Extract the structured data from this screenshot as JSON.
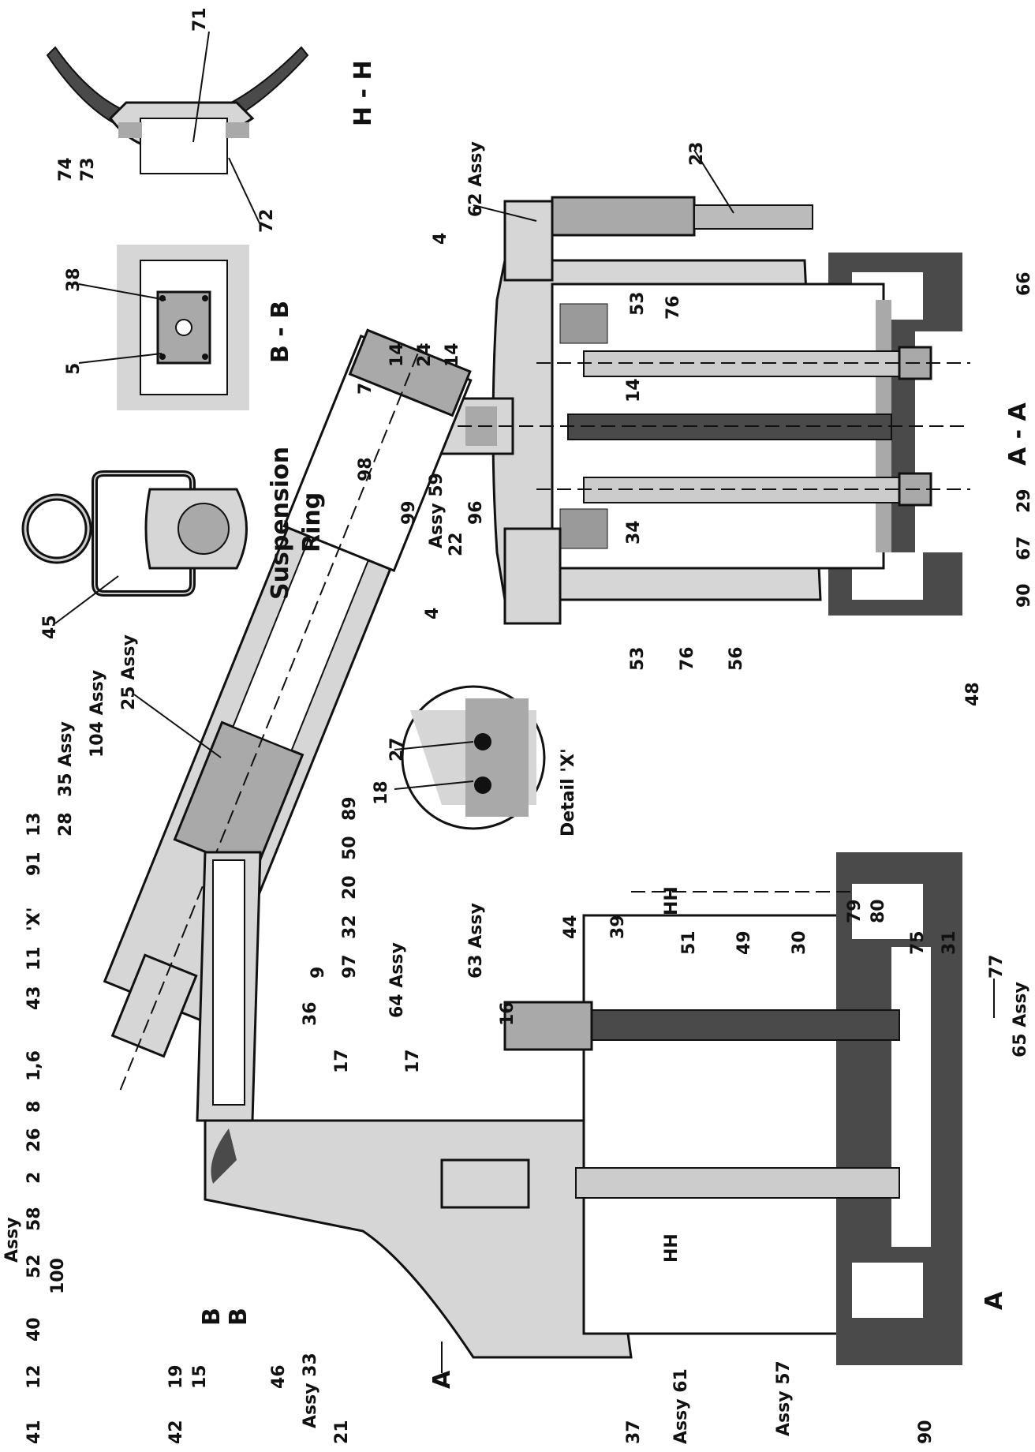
{
  "views": {
    "main": {
      "labels": [
        "41",
        "12",
        "40",
        "100",
        "52",
        "58",
        "Assy",
        "2",
        "26",
        "8",
        "1,6",
        "43",
        "11",
        "'X'",
        "91",
        "13",
        "28",
        "35 Assy",
        "104 Assy",
        "25 Assy",
        "89",
        "50",
        "20",
        "32",
        "97",
        "9",
        "36",
        "17",
        "64 Assy",
        "17",
        "63 Assy",
        "16",
        "44",
        "39",
        "51",
        "49",
        "30",
        "79",
        "80",
        "75",
        "31",
        "77",
        "65 Assy",
        "90",
        "Assy 57",
        "Assy 61",
        "37",
        "21",
        "Assy 33",
        "46",
        "15",
        "19",
        "42",
        "B",
        "B",
        "A",
        "A",
        "HH",
        "HH"
      ]
    },
    "suspension_ring": {
      "title_line1": "Suspension",
      "title_line2": "Ring",
      "labels": [
        "45"
      ]
    },
    "section_bb": {
      "title": "B - B",
      "labels": [
        "38",
        "5"
      ]
    },
    "section_hh": {
      "title": "H - H",
      "labels": [
        "71",
        "74",
        "73",
        "72"
      ]
    },
    "detail_x": {
      "title": "Detail 'X'",
      "labels": [
        "27",
        "18"
      ]
    },
    "section_aa": {
      "title": "A - A",
      "labels": [
        "23",
        "62 Assy",
        "4",
        "7",
        "14",
        "24",
        "14",
        "98",
        "99",
        "Assy 59",
        "22",
        "4",
        "96",
        "14",
        "34",
        "76",
        "53",
        "53",
        "76",
        "56",
        "48",
        "90",
        "67",
        "29",
        "66"
      ]
    }
  }
}
